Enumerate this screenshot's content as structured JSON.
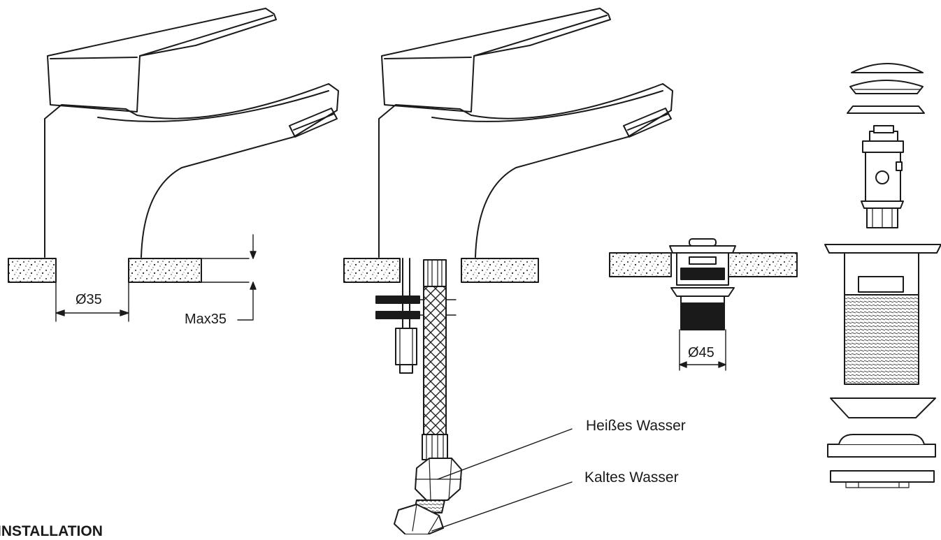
{
  "heading": "INSTALLATION",
  "dimensions": {
    "hole_diameter": "Ø35",
    "max_thickness": "Max35",
    "drain_diameter": "Ø45"
  },
  "callouts": {
    "hot_water": "Heißes Wasser",
    "cold_water": "Kaltes Wasser"
  },
  "colors": {
    "line": "#1a1a1a",
    "background": "#ffffff"
  }
}
